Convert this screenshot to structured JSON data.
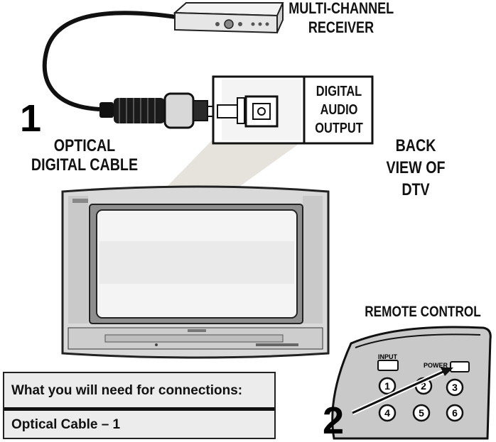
{
  "labels": {
    "receiver": [
      "MULTI-CHANNEL",
      "RECEIVER"
    ],
    "step1": "1",
    "cable": [
      "OPTICAL",
      "DIGITAL CABLE"
    ],
    "output_panel": [
      "DIGITAL",
      "AUDIO",
      "OUTPUT"
    ],
    "back_view": [
      "BACK",
      "VIEW OF",
      "DTV"
    ],
    "remote": "REMOTE CONTROL",
    "step2": "2"
  },
  "remote": {
    "input_label": "INPUT",
    "power_label": "POWER",
    "numbers": [
      "1",
      "2",
      "3",
      "4",
      "5",
      "6"
    ]
  },
  "needs": {
    "title": "What you will need for connections:",
    "item": "Optical Cable  – 1"
  }
}
